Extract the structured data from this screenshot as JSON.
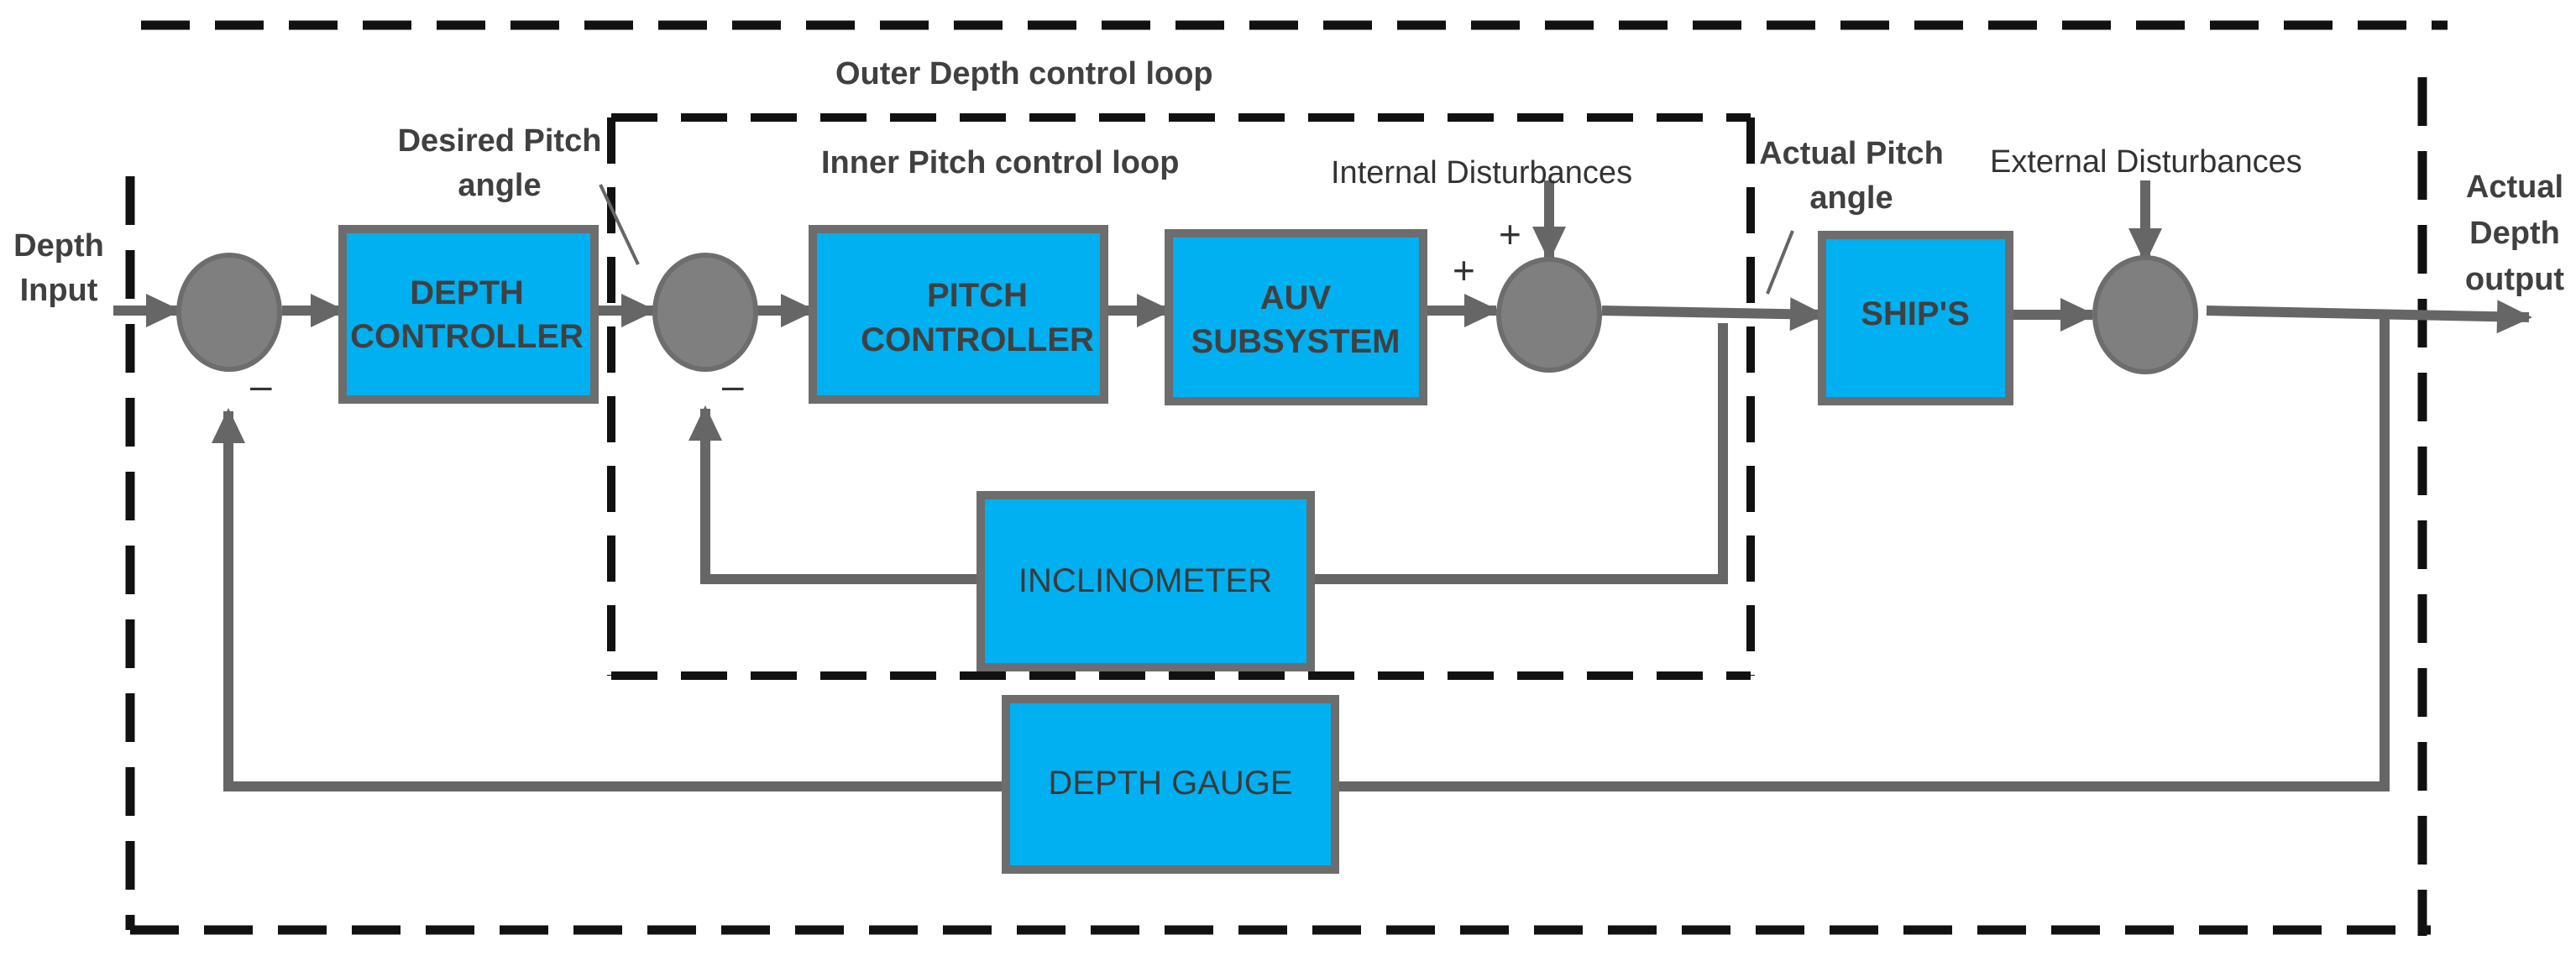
{
  "colors": {
    "block_fill": "#00b0f0",
    "block_stroke": "#6d6d6d",
    "summer_fill": "#7f7f7f",
    "line": "#666666",
    "boundary": "#111111"
  },
  "labels": {
    "outer_loop": "Outer Depth control loop",
    "inner_loop": "Inner Pitch control loop",
    "depth_input": [
      "Depth",
      "Input"
    ],
    "desired_pitch": [
      "Desired Pitch",
      "angle"
    ],
    "actual_pitch": [
      "Actual Pitch",
      "angle"
    ],
    "internal_disturbances": "Internal Disturbances",
    "external_disturbances": "External Disturbances",
    "actual_depth_output": [
      "Actual",
      "Depth",
      "output"
    ]
  },
  "blocks": {
    "depth_controller": [
      "DEPTH",
      "CONTROLLER"
    ],
    "pitch_controller": [
      "PITCH",
      "CONTROLLER"
    ],
    "auv_subsystem": [
      "AUV",
      "SUBSYSTEM"
    ],
    "ships": "SHIP'S",
    "inclinometer": "INCLINOMETER",
    "depth_gauge": "DEPTH GAUGE"
  },
  "signs": {
    "minus": "–",
    "plus": "+"
  }
}
